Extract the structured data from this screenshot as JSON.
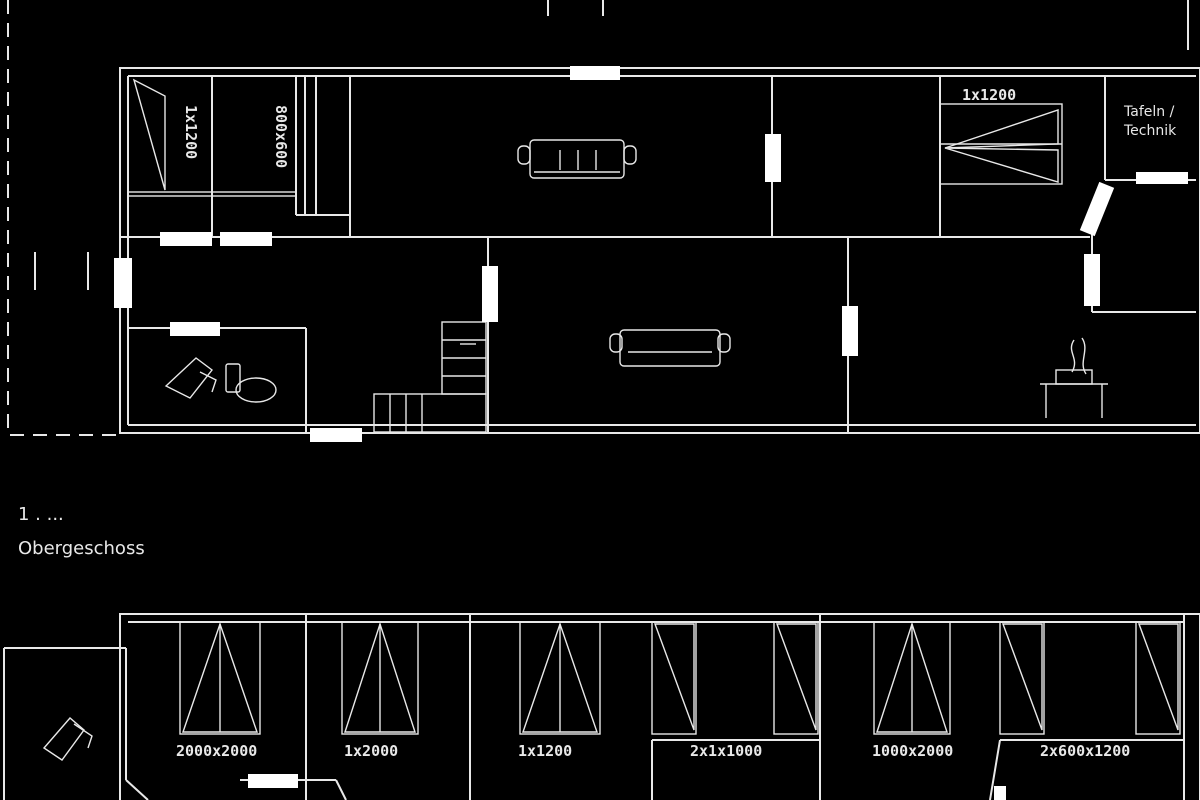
{
  "colors": {
    "background": "#000000",
    "lines": "#e8e8e8",
    "doors": "#ffffff"
  },
  "labels": {
    "closet_left_dim": "1x1200",
    "closet_right_dim": "800x600",
    "top_right_dim": "1x1200",
    "technik": [
      "Tafeln /",
      "Technik"
    ],
    "level": [
      "1 . ...",
      "Obergeschoss"
    ]
  },
  "lower_dims": [
    "2000x2000",
    "1x2000",
    "1x1200",
    "2x1x1000",
    "1000x2000",
    "2x600x1200"
  ],
  "icons": [
    "sofa-icon",
    "sofa-icon",
    "toilet-icon",
    "sink-icon",
    "stove-icon",
    "staircase-icon",
    "toilet-icon"
  ]
}
